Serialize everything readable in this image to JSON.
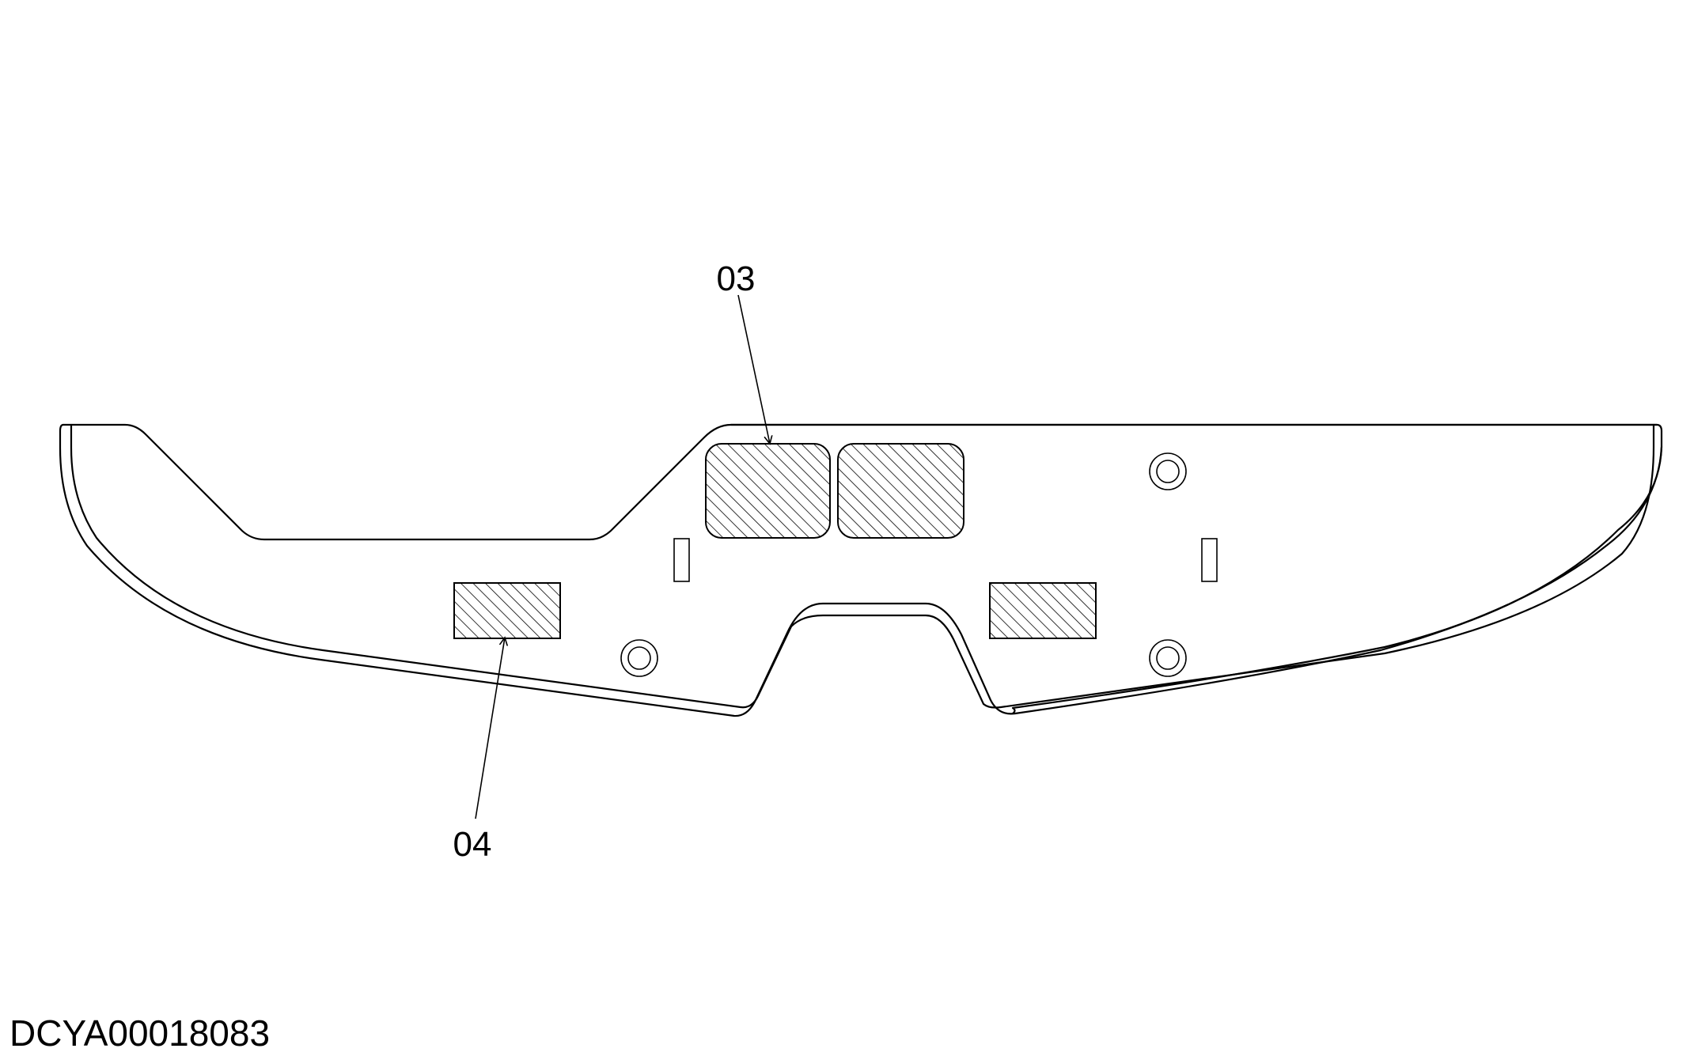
{
  "callouts": {
    "upper_label": "03",
    "lower_label": "04"
  },
  "drawing_code": "DCYA00018083",
  "colors": {
    "line": "#000000",
    "background": "#ffffff"
  }
}
